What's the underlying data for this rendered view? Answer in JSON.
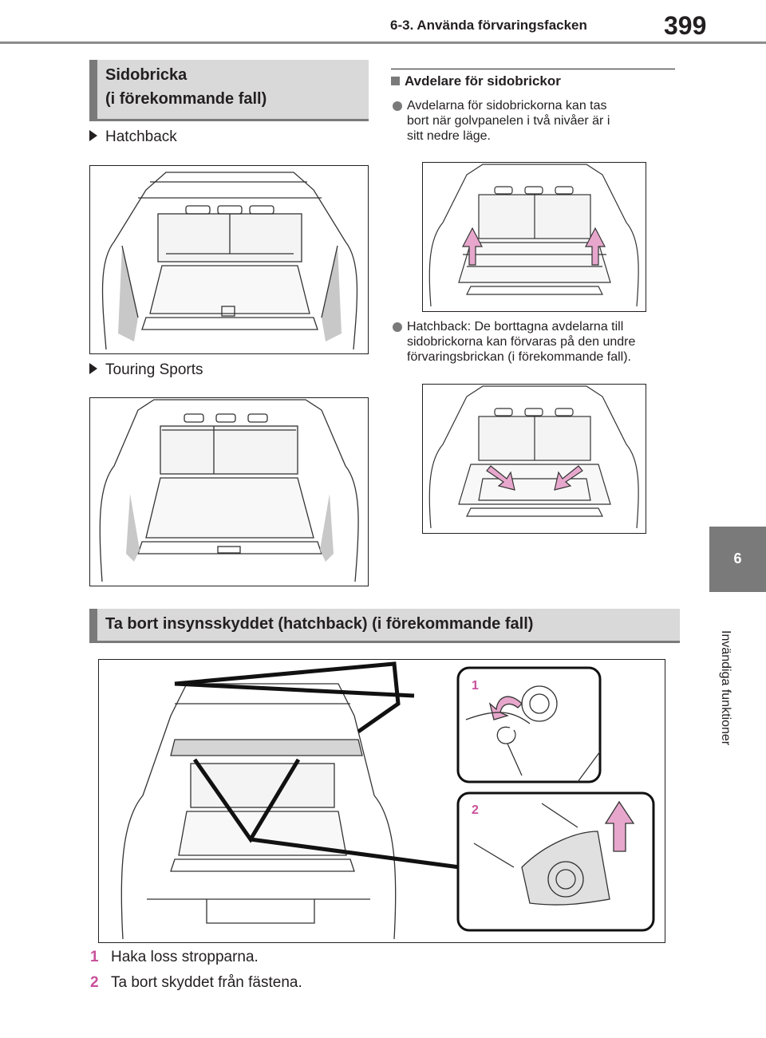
{
  "header": {
    "section": "6-3. Använda förvaringsfacken",
    "page_number": "399"
  },
  "side_tab": {
    "number": "6",
    "label": "Invändiga funktioner"
  },
  "section1": {
    "title_line1": "Sidobricka",
    "title_line2": "(i förekommande fall)",
    "hatchback_label": "Hatchback",
    "touring_label": "Touring Sports"
  },
  "dividers": {
    "heading": "Avdelare för sidobrickor",
    "bullet1": [
      "Avdelarna för sidobrickorna kan tas",
      "bort när golvpanelen i två nivåer är i",
      "sitt nedre läge."
    ],
    "bullet2": [
      "Hatchback: De borttagna avdelarna till",
      "sidobrickorna kan förvaras på den undre",
      "förvaringsbrickan (i förekommande fall)."
    ]
  },
  "section2": {
    "title": "Ta bort insynsskyddet (hatchback) (i förekommande fall)",
    "callout1": "1",
    "callout2": "2"
  },
  "steps": [
    {
      "num": "1",
      "text": "Haka loss stropparna."
    },
    {
      "num": "2",
      "text": "Ta bort skyddet från fästena."
    }
  ],
  "colors": {
    "accent_gray": "#7a7a7a",
    "box_gray": "#d9d9d9",
    "step_pink": "#c8509b",
    "arrow_pink": "#e7a7cc"
  }
}
